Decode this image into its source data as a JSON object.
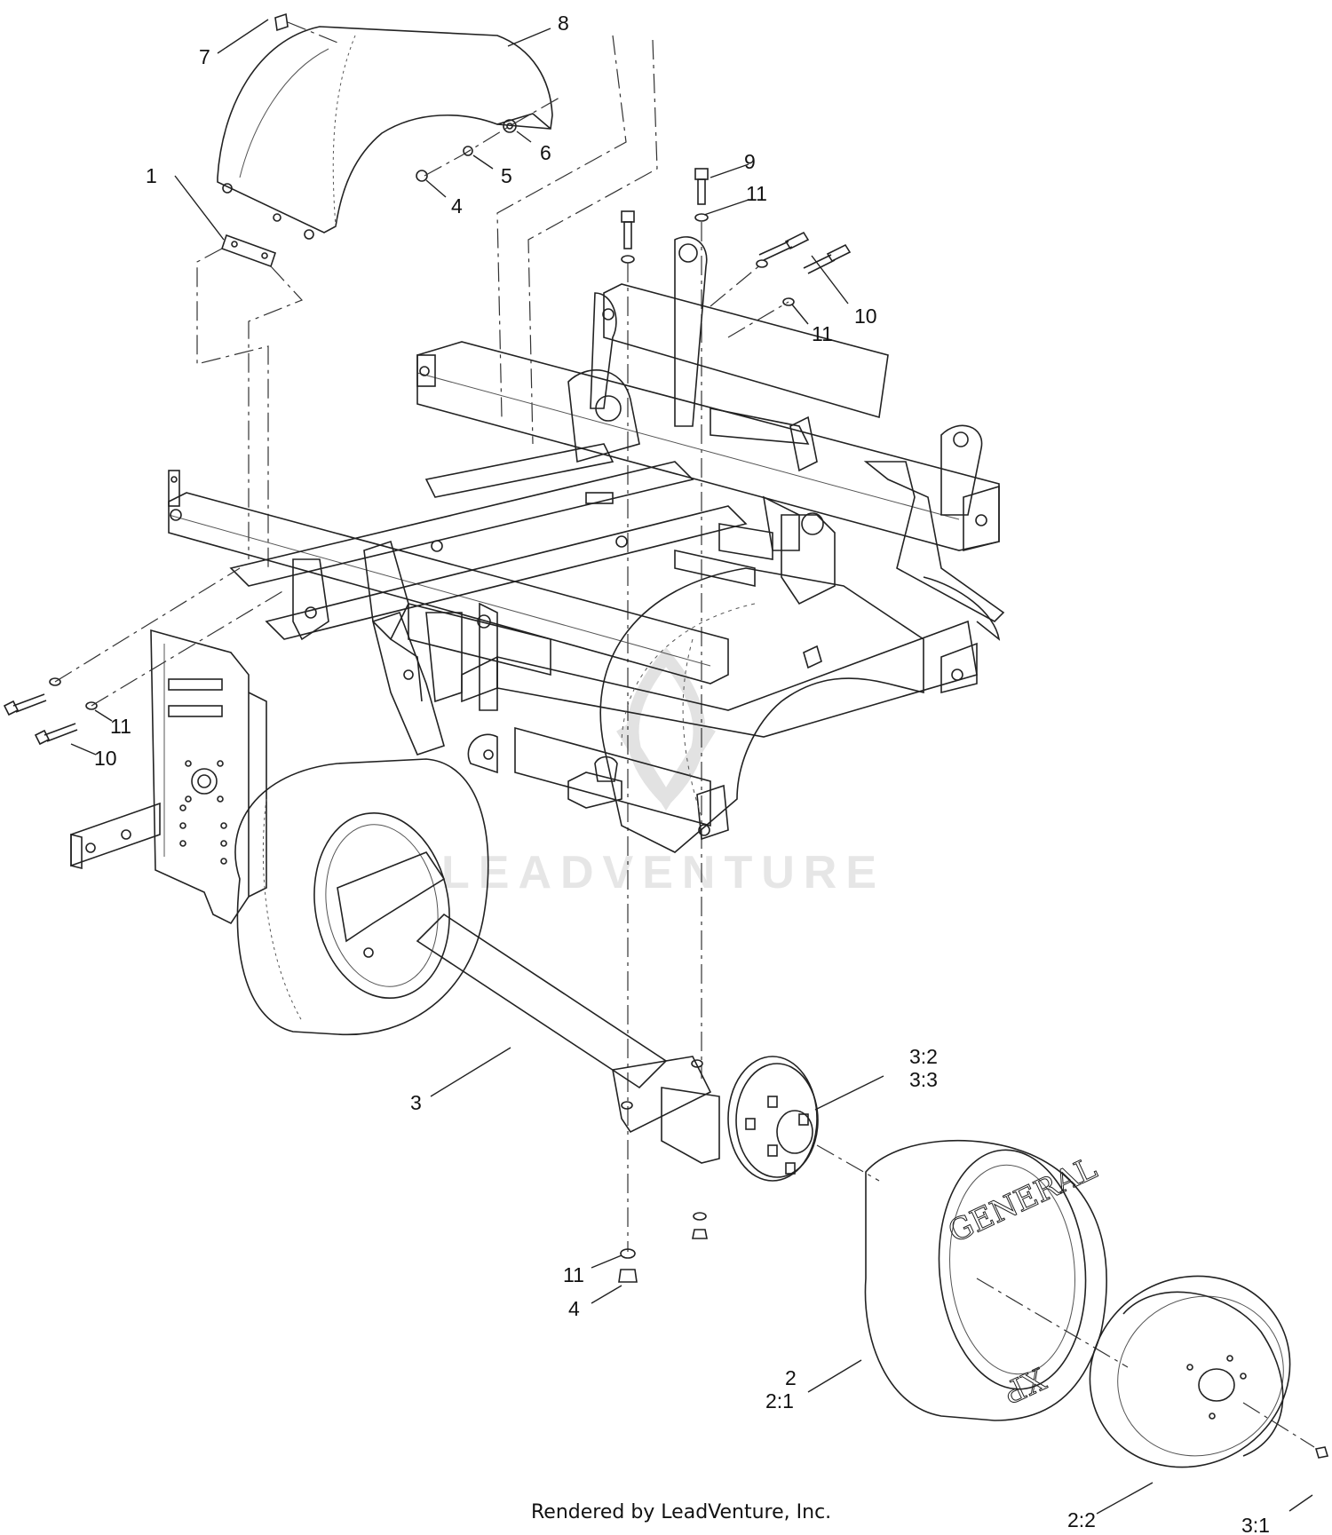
{
  "callouts": {
    "c1": "1",
    "c7": "7",
    "c8": "8",
    "c6": "6",
    "c5": "5",
    "c4_top": "4",
    "c9": "9",
    "c11_a": "11",
    "c10_right": "10",
    "c11_b": "11",
    "c11_left": "11",
    "c10_left": "10",
    "c3": "3",
    "c3_2": "3:2",
    "c3_3": "3:3",
    "c11_bottom": "11",
    "c4_bottom": "4",
    "c2": "2",
    "c2_1": "2:1",
    "c2_2": "2:2",
    "c3_1": "3:1"
  },
  "tire_brand": "GENERAL",
  "tire_model": "XP",
  "watermark": "LEADVENTURE",
  "footer": "Rendered by LeadVenture, Inc."
}
